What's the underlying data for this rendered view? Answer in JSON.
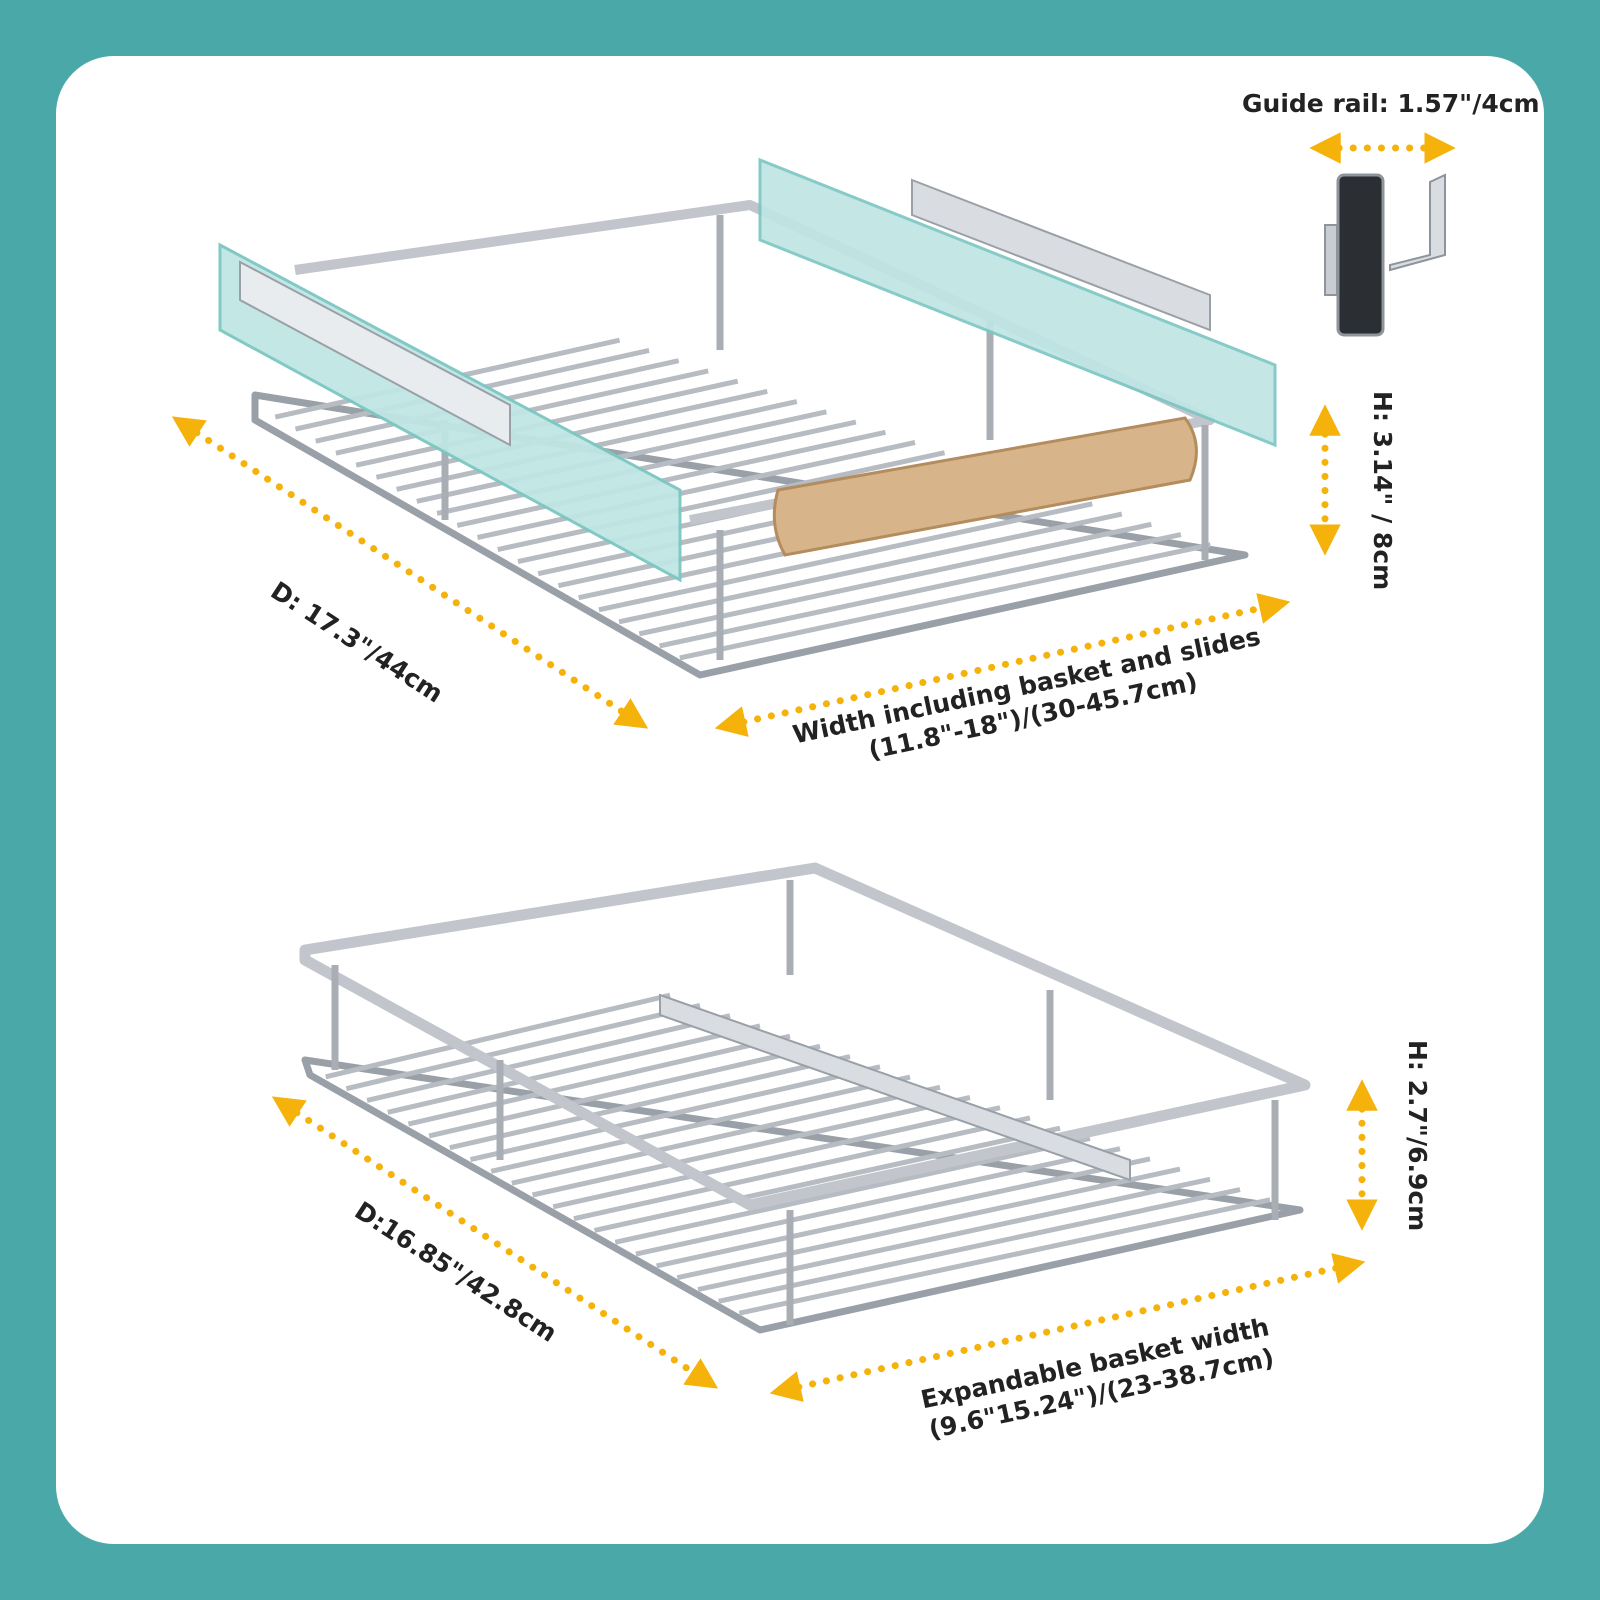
{
  "colors": {
    "frame": "#4aa9a8",
    "card": "#ffffff",
    "arrow": "#f5b20a",
    "chrome": "#c9ccd1",
    "chrome_dark": "#8e949b",
    "rail": "#bfe6e4",
    "rail_edge": "#7cc7c3",
    "handle": "#d8b48a",
    "text": "#222222"
  },
  "top_basket": {
    "guide_rail_label": "Guide rail: 1.57\"/4cm",
    "height_label": "H: 3.14\" / 8cm",
    "depth_label": "D: 17.3\"/44cm",
    "width_label_line1": "Width including basket and slides",
    "width_label_line2": "(11.8\"-18\")/(30-45.7cm)"
  },
  "bottom_basket": {
    "height_label": "H: 2.7\"/6.9cm",
    "depth_label": "D:16.85\"/42.8cm",
    "width_label_line1": "Expandable basket width",
    "width_label_line2": "(9.6\"15.24\")/(23-38.7cm)"
  }
}
